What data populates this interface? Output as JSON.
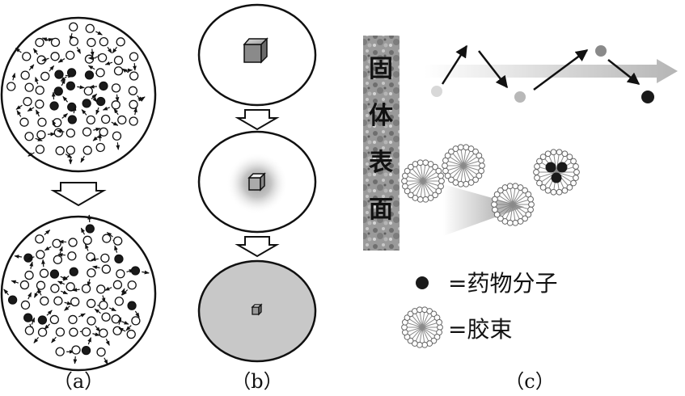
{
  "panel_labels": {
    "a": "（a）",
    "b": "（b）",
    "c": "（c）"
  },
  "surface_label": [
    "固",
    "体",
    "表",
    "面"
  ],
  "legend": {
    "drug_label": "=药物分子",
    "micelle_label": "=胶束"
  },
  "colors": {
    "drug": "#1a1a1a",
    "solvent_open": "#ffffff",
    "stroke": "#222222",
    "dissolved": "#c8c8c8",
    "micelle": "#8a8a8a"
  }
}
